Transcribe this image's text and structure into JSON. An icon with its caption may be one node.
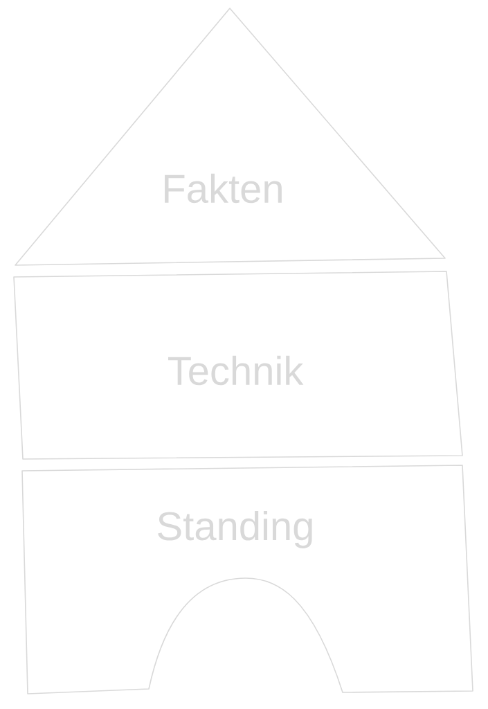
{
  "diagram": {
    "nodes": [
      {
        "text": [
          "Fakten"
        ]
      },
      {
        "text": [
          "Technik"
        ]
      },
      {
        "text": [
          "Standing"
        ]
      }
    ]
  }
}
